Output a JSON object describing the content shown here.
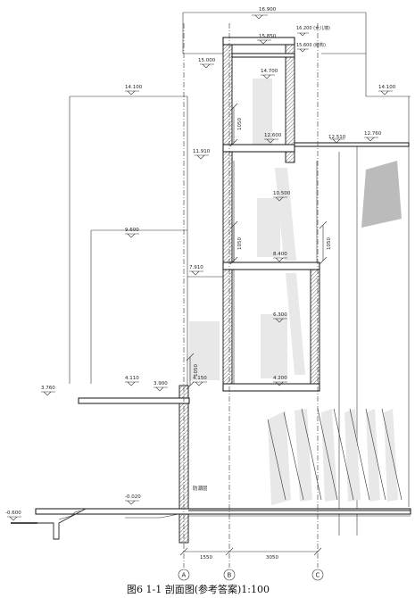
{
  "elevations": {
    "e16900": "16.900",
    "e16200": "16.200 (女儿墙)",
    "e15850": "15.850",
    "e15600": "15.600 (结构)",
    "e15000": "15.000",
    "e14700": "14.700",
    "e14100_left": "14.100",
    "e14100_right": "14.100",
    "e12760": "12.760",
    "e12600": "12.600",
    "e12510": "12.510",
    "e11910": "11.910",
    "e10500": "10.500",
    "e9600": "9.600",
    "e8400": "8.400",
    "e7910": "7.910",
    "e6300": "6.300",
    "e4200": "4.200",
    "e4150": "4.150",
    "e4110": "4.110",
    "e3900": "3.900",
    "e3760": "3.760",
    "e_m0020": "-0.020",
    "e_m0600": "-0.600"
  },
  "dimensions": {
    "d1050_top": "1050",
    "d1050_mid": "1050",
    "d1050_right": "1050",
    "d1050_low": "1050",
    "d1550": "1550",
    "d3050": "3050"
  },
  "notes": {
    "foundation": "防潮层"
  },
  "axes": {
    "a": "A",
    "b": "B",
    "c": "C"
  },
  "caption": "图6   1-1 剖面图(参考答案)1:100"
}
